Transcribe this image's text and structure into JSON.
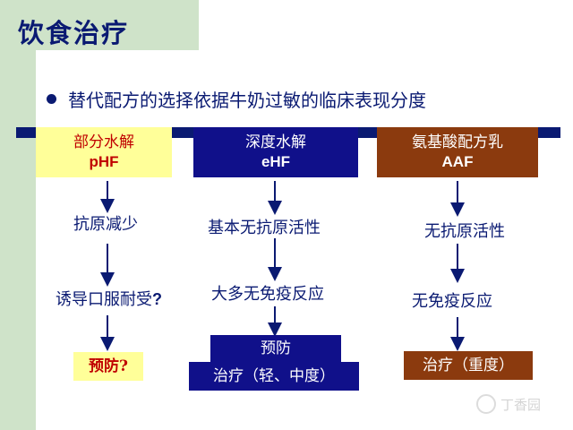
{
  "title": "饮食治疗",
  "bullet": "替代配方的选择依据牛奶过敏的临床表现分度",
  "columns": {
    "phf": {
      "name": "部分水解",
      "abbr": "pHF",
      "step1": "抗原减少",
      "step2": "诱导口服耐受",
      "step2_mark": "?",
      "result": "预防?"
    },
    "ehf": {
      "name": "深度水解",
      "abbr": "eHF",
      "step1": "基本无抗原活性",
      "step2": "大多无免疫反应",
      "result1": "预防",
      "result2": "治疗（轻、中度）"
    },
    "aaf": {
      "name": "氨基酸配方乳",
      "abbr": "AAF",
      "step1": "无抗原活性",
      "step2": "无免疫反应",
      "result": "治疗（重度）"
    }
  },
  "watermark": "丁香园",
  "colors": {
    "navy": "#0a1a72",
    "yellow": "#ffff99",
    "red": "#c00000",
    "brown": "#8b3a0e",
    "green_bg": "#cfe3c9"
  }
}
